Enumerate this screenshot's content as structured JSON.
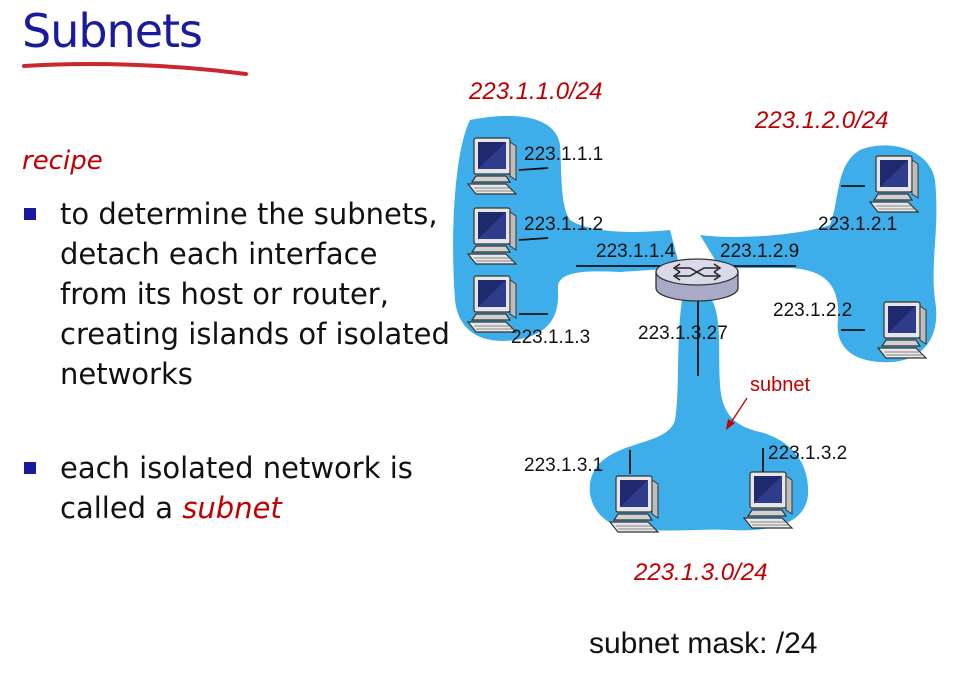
{
  "title": "Subnets",
  "recipe_label": "recipe",
  "bullets": [
    {
      "text": "to determine the subnets, detach each interface from its host or router, creating islands of isolated networks"
    },
    {
      "text_prefix": "each isolated network is called a ",
      "emphasis": "subnet"
    }
  ],
  "networks": {
    "net1": "223.1.1.0/24",
    "net2": "223.1.2.0/24",
    "net3": "223.1.3.0/24"
  },
  "interfaces": {
    "h111": "223.1.1.1",
    "h112": "223.1.1.2",
    "h113": "223.1.1.3",
    "r114": "223.1.1.4",
    "r129": "223.1.2.9",
    "h121": "223.1.2.1",
    "h122": "223.1.2.2",
    "r1327": "223.1.3.27",
    "h131": "223.1.3.1",
    "h132": "223.1.3.2"
  },
  "subnet_callout": "subnet",
  "subnet_mask": "subnet mask: /24",
  "colors": {
    "title": "#1a1a9c",
    "accent_red": "#c00000",
    "island_blue": "#3daeea",
    "underline_red": "#c8282e"
  },
  "icons": [
    "computer-icon",
    "router-icon"
  ]
}
